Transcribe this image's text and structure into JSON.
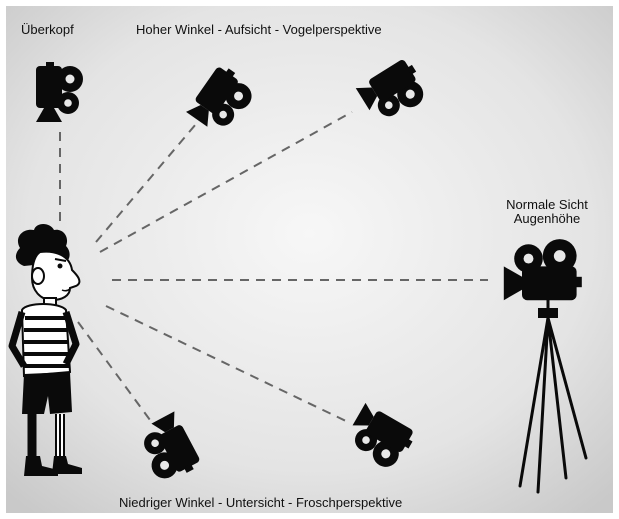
{
  "labels": {
    "overhead": "Überkopf",
    "high_angle": "Hoher Winkel - Aufsicht - Vogelperspektive",
    "eye_level_line1": "Normale Sicht",
    "eye_level_line2": "Augenhöhe",
    "low_angle": "Niedriger Winkel - Untersicht - Froschperspektive"
  },
  "colors": {
    "silhouette": "#0a0a0a",
    "dashes": "#6a6a6a",
    "background_light": "#f6f6f6",
    "background_dark": "#cfcfcf"
  },
  "icons": [
    "camera-icon",
    "tripod-icon",
    "boy-figure"
  ]
}
